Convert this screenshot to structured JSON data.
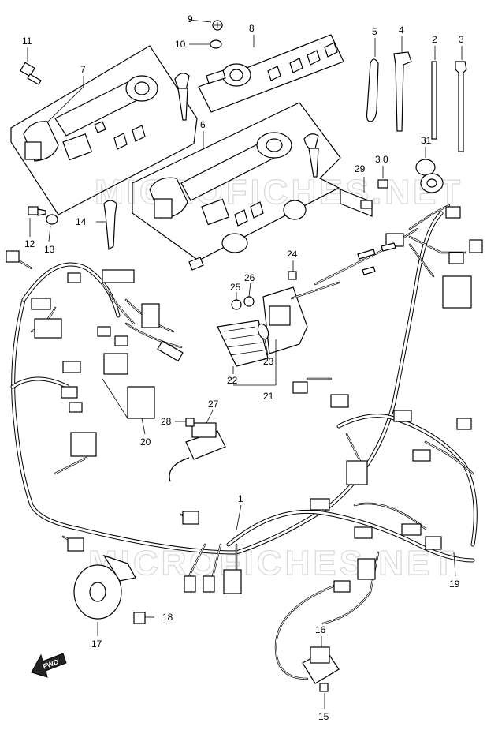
{
  "watermark": "MICROFICHES.NET",
  "fwd_label": "FWD",
  "callouts": {
    "c1": "1",
    "c2": "2",
    "c3": "3",
    "c4": "4",
    "c5": "5",
    "c6": "6",
    "c7": "7",
    "c8": "8",
    "c9": "9",
    "c10": "10",
    "c11": "11",
    "c12": "12",
    "c13": "13",
    "c14": "14",
    "c15": "15",
    "c16": "16",
    "c17": "17",
    "c18": "18",
    "c19": "19",
    "c20": "20",
    "c21": "21",
    "c22": "22",
    "c23": "23",
    "c24": "24",
    "c25": "25",
    "c26": "26",
    "c27": "27",
    "c28": "28",
    "c29": "29",
    "c30": "3 0",
    "c31": "31"
  },
  "icons": {
    "fwd": "fwd-arrow-icon"
  }
}
